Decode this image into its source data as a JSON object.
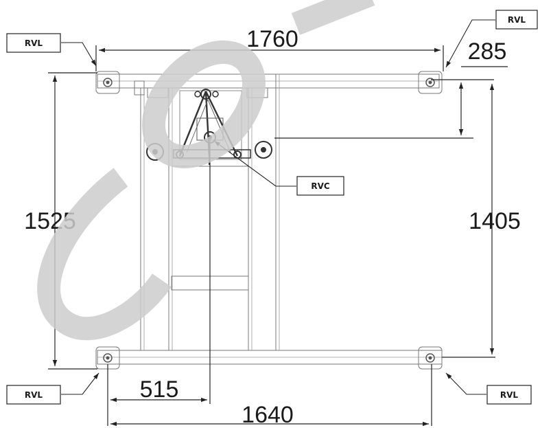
{
  "dimensions": {
    "top_width": "1760",
    "right_offset": "285",
    "left_height": "1525",
    "right_height": "1405",
    "bottom_offset": "515",
    "bottom_width": "1640"
  },
  "labels": {
    "top_left": "RVL",
    "top_right": "RVL",
    "bottom_left": "RVL",
    "bottom_right": "RVL",
    "center": "RVC"
  },
  "watermark": {
    "text": "COPY",
    "color": "#cccccc"
  }
}
